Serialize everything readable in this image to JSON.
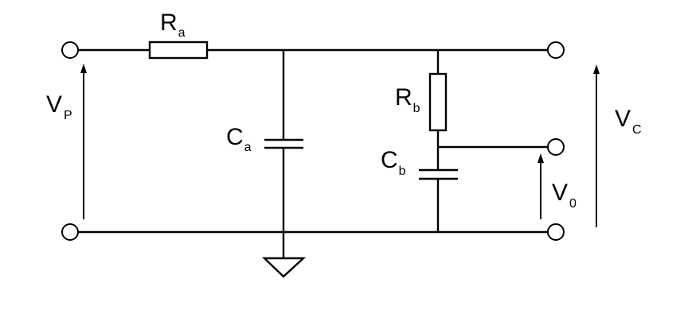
{
  "diagram": {
    "type": "circuit-schematic",
    "labels": {
      "ra": {
        "main": "R",
        "sub": "a"
      },
      "ca": {
        "main": "C",
        "sub": "a"
      },
      "rb": {
        "main": "R",
        "sub": "b"
      },
      "cb": {
        "main": "C",
        "sub": "b"
      },
      "vp": {
        "main": "V",
        "sub": "P"
      },
      "vc": {
        "main": "V",
        "sub": "C"
      },
      "v0": {
        "main": "V",
        "sub": "0"
      }
    },
    "components": [
      {
        "name": "resistor-ra",
        "kind": "resistor"
      },
      {
        "name": "capacitor-ca",
        "kind": "capacitor"
      },
      {
        "name": "resistor-rb",
        "kind": "resistor"
      },
      {
        "name": "capacitor-cb",
        "kind": "capacitor"
      },
      {
        "name": "ground",
        "kind": "ground-symbol"
      }
    ],
    "terminals": [
      "input-top",
      "input-bottom",
      "output-top",
      "output-mid",
      "output-bottom"
    ],
    "colors": {
      "ink": "#000000",
      "background": "#ffffff"
    }
  }
}
